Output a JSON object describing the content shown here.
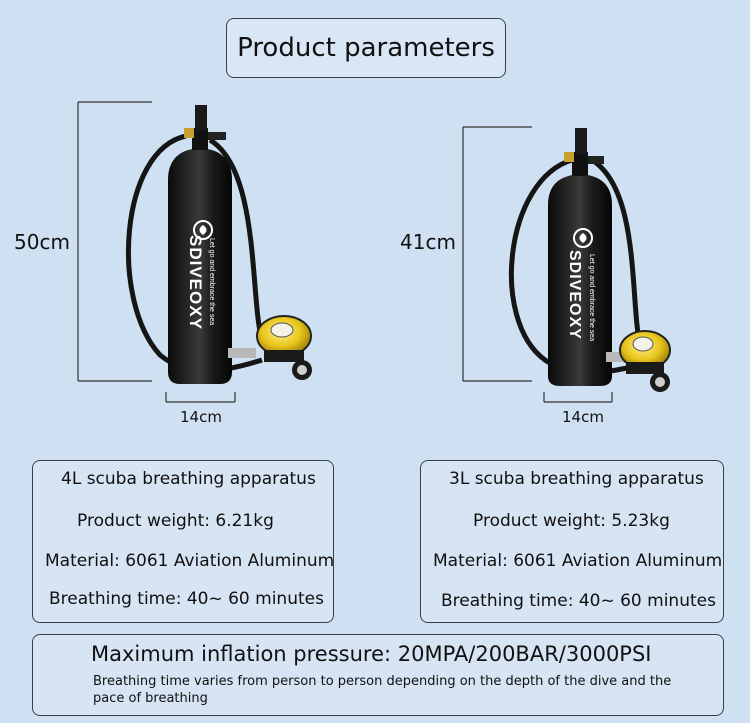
{
  "title": "Product parameters",
  "products": [
    {
      "height": "50cm",
      "width": "14cm",
      "brand": "SDIVEOXY",
      "slogan": "Let go and embrace the sea",
      "name": "4L scuba breathing apparatus",
      "weight": "Product weight: 6.21kg",
      "material": "Material: 6061 Aviation Aluminum",
      "breathing_time": "Breathing time: 40~ 60 minutes"
    },
    {
      "height": "41cm",
      "width": "14cm",
      "brand": "SDIVEOXY",
      "slogan": "Let go and embrace the sea",
      "name": "3L scuba breathing apparatus",
      "weight": "Product weight: 5.23kg",
      "material": "Material: 6061 Aviation Aluminum",
      "breathing_time": "Breathing time: 40~ 60 minutes"
    }
  ],
  "pressure": {
    "title": "Maximum inflation pressure: 20MPA/200BAR/3000PSI",
    "note": "Breathing time varies from person to person depending on the depth of the dive and the pace of breathing"
  },
  "colors": {
    "background": "#cfe0f3",
    "tank": "#141414",
    "regulator_yellow": "#e8c51a"
  }
}
